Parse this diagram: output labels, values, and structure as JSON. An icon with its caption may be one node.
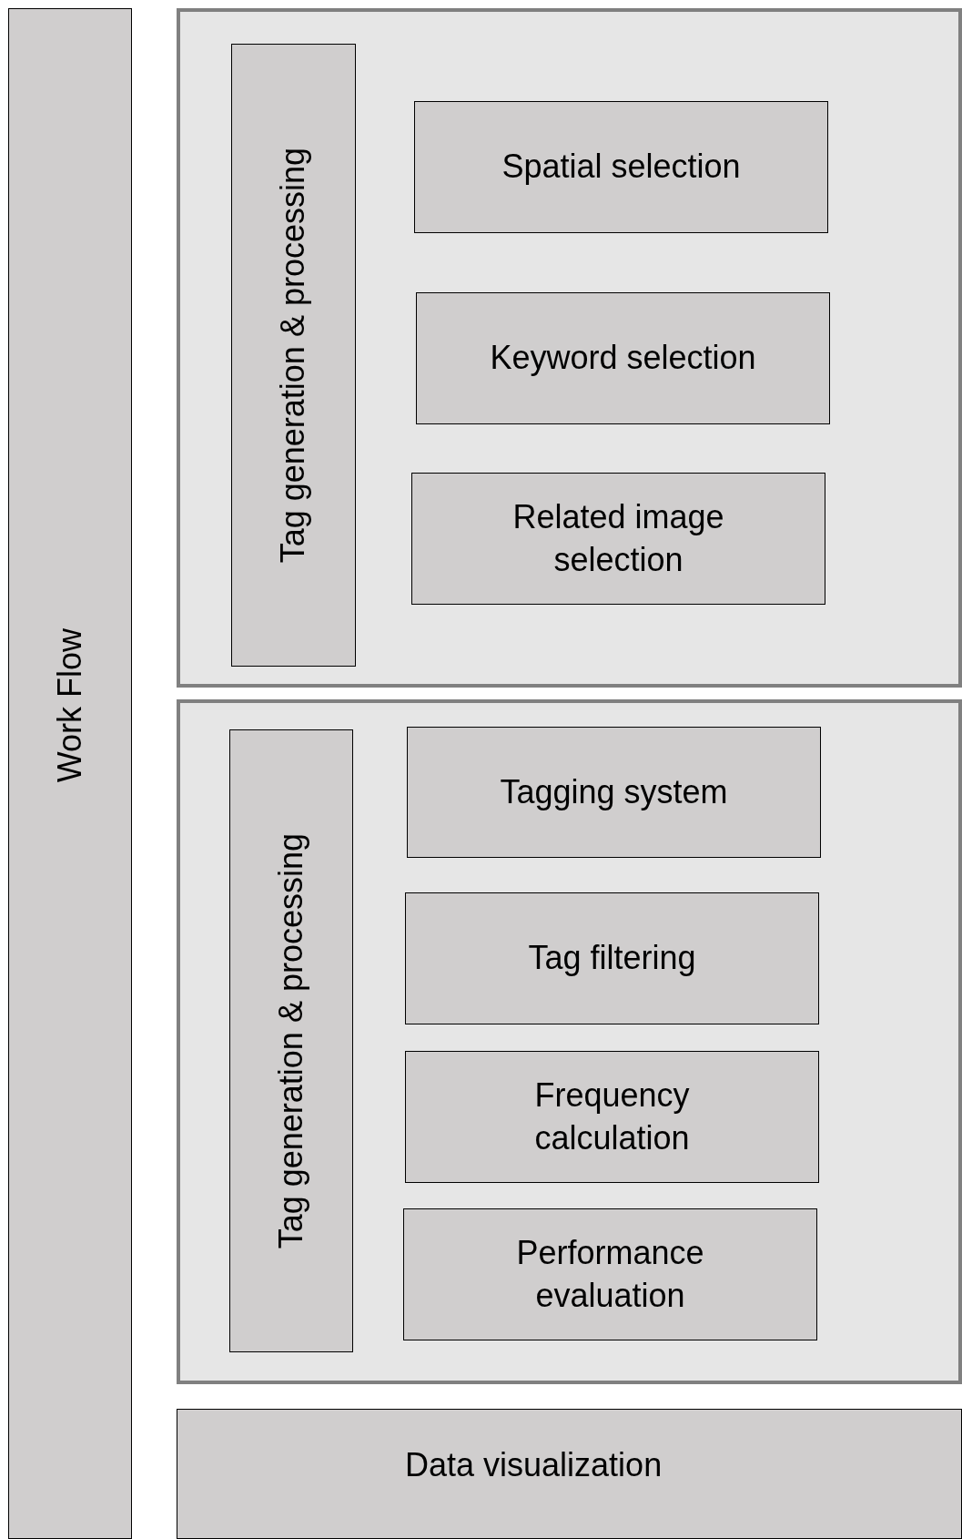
{
  "diagram": {
    "nodes": [
      {
        "text": [
          "Work Flow"
        ]
      },
      {
        "text": [],
        "shape": "box"
      },
      {
        "text": [
          "Tag generation & processing"
        ],
        "in": 1
      },
      {
        "text": [
          "Spatial selection"
        ],
        "in": 1
      },
      {
        "text": [
          "Keyword selection"
        ],
        "in": 1
      },
      {
        "text": [
          "Related image selection"
        ],
        "in": 1
      },
      {
        "text": [],
        "shape": "box"
      },
      {
        "text": [
          "Tag generation & processing"
        ],
        "in": 6
      },
      {
        "text": [
          "Tagging system"
        ],
        "in": 6
      },
      {
        "text": [
          "Tag filtering"
        ],
        "in": 6
      },
      {
        "text": [
          "Frequency calculation"
        ],
        "in": 6
      },
      {
        "text": [
          "Performance evaluation"
        ],
        "in": 6
      },
      {
        "text": [
          "Data visualization"
        ]
      }
    ]
  }
}
